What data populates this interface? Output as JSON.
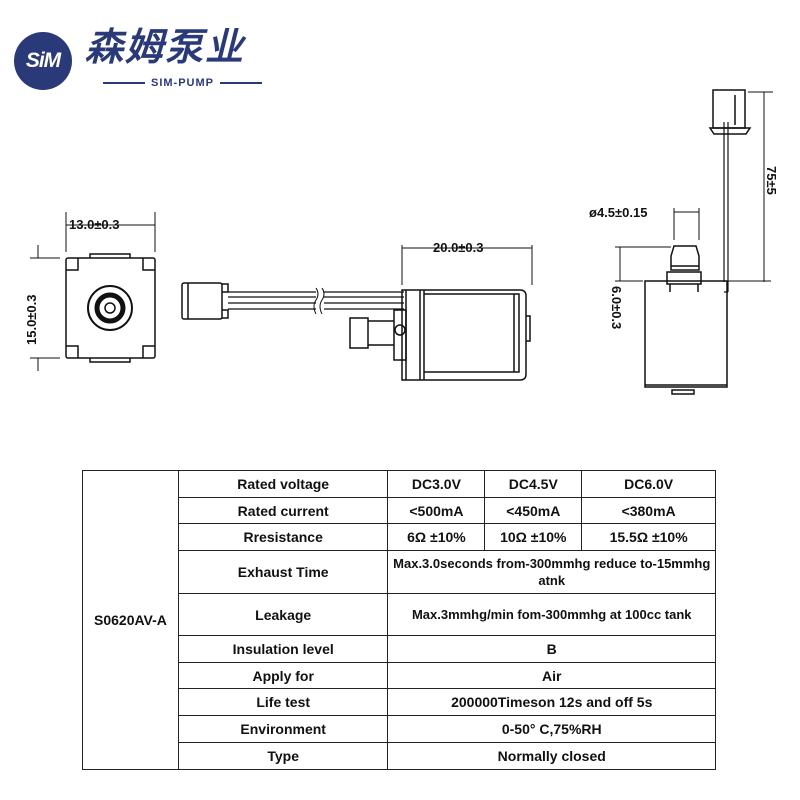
{
  "logo": {
    "mark": "SiM",
    "name_cn": "森姆泵业",
    "name_en": "SIM-PUMP"
  },
  "drawing": {
    "front_width": "13.0±0.3",
    "front_height": "15.0±0.3",
    "side_length": "20.0±0.3",
    "nozzle_diameter": "ø4.5±0.15",
    "nozzle_height": "6.0±0.3",
    "wire_length": "75±5"
  },
  "spec_table": {
    "model": "S0620AV-A",
    "rows": [
      {
        "label": "Rated voltage",
        "values": [
          "DC3.0V",
          "DC4.5V",
          "DC6.0V"
        ]
      },
      {
        "label": "Rated current",
        "values": [
          "<500mA",
          "<450mA",
          "<380mA"
        ]
      },
      {
        "label": "Rresistance",
        "values": [
          "6Ω ±10%",
          "10Ω ±10%",
          "15.5Ω ±10%"
        ]
      },
      {
        "label": "Exhaust Time",
        "value": "Max.3.0seconds from-300mmhg reduce to-15mmhg atnk"
      },
      {
        "label": "Leakage",
        "value": "Max.3mmhg/min fom-300mmhg at 100cc tank"
      },
      {
        "label": "Insulation level",
        "value": "B"
      },
      {
        "label": "Apply for",
        "value": "Air"
      },
      {
        "label": "Life test",
        "value": "200000Timeson 12s and off 5s"
      },
      {
        "label": "Environment",
        "value": "0-50° C,75%RH"
      },
      {
        "label": "Type",
        "value": "Normally closed"
      }
    ]
  }
}
